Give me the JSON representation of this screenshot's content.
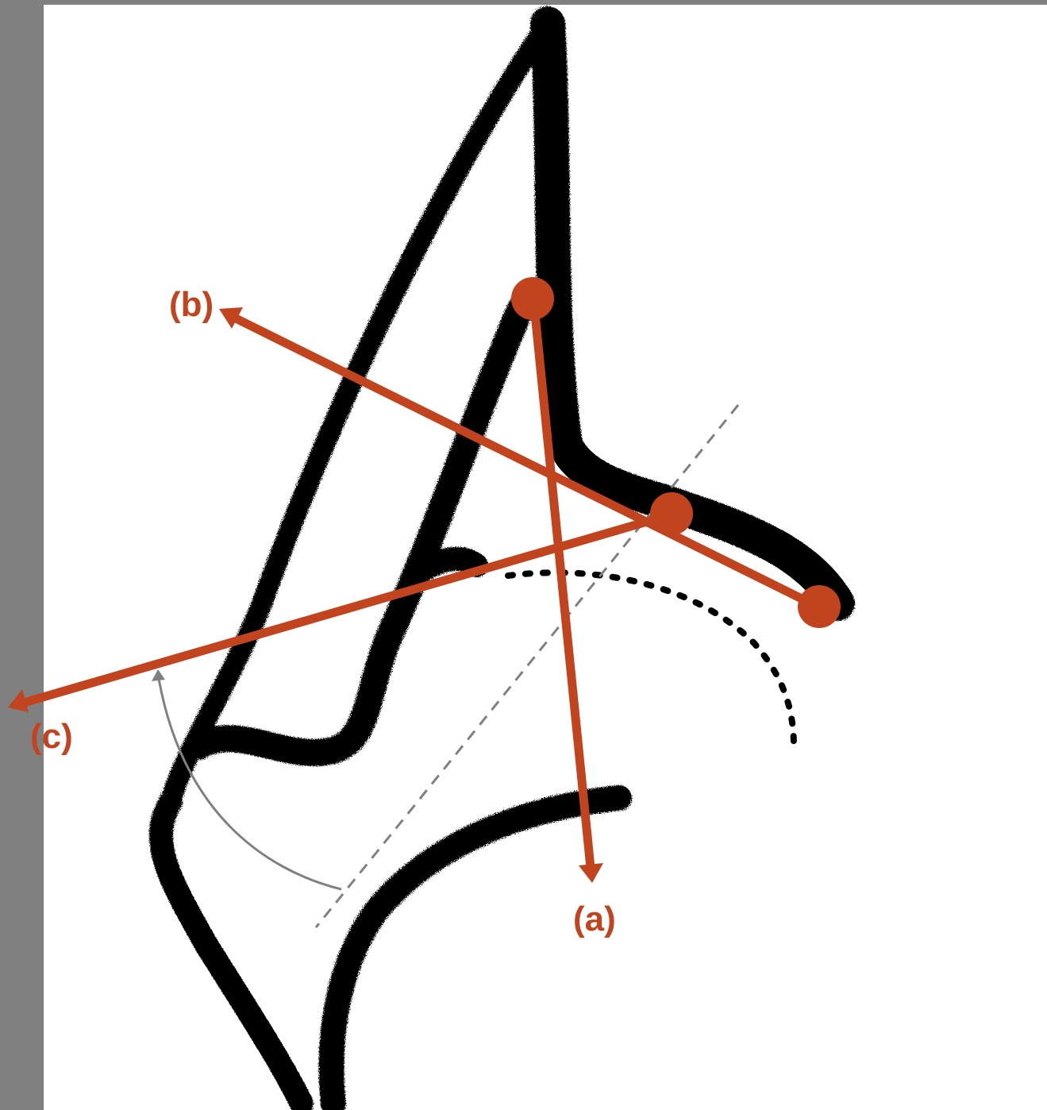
{
  "colors": {
    "arrow": "#c1441f",
    "sketch": "#000000",
    "guide": "#808080",
    "frame": "#808080",
    "background": "#ffffff"
  },
  "labels": {
    "a": "(a)",
    "b": "(b)",
    "c": "(c)"
  }
}
